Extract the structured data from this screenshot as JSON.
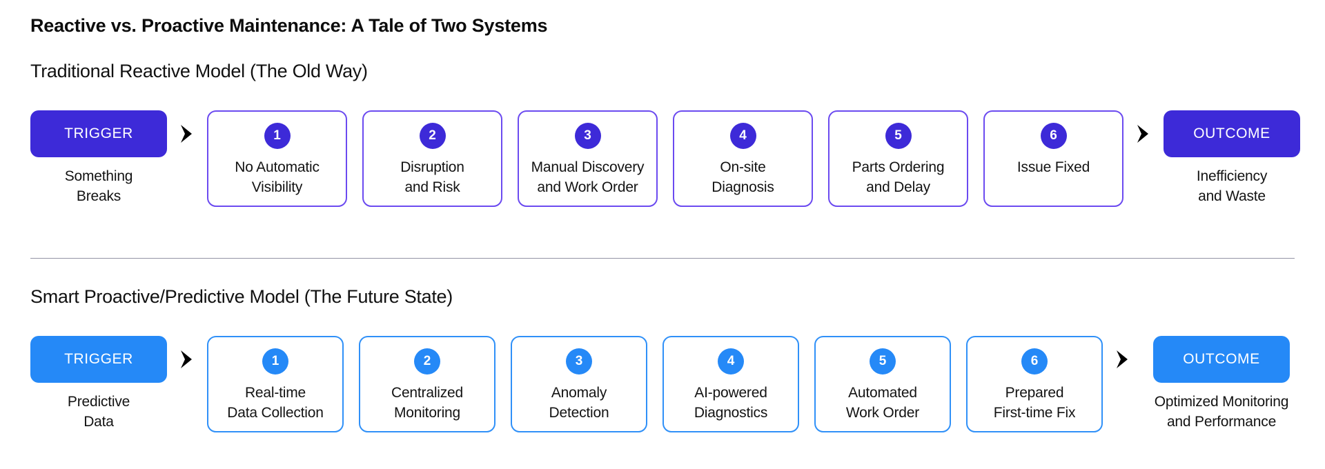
{
  "title": "Reactive vs. Proactive Maintenance: A Tale of Two Systems",
  "colors": {
    "reactive_accent": "#3d2ad8",
    "reactive_card_border": "#6b4af0",
    "proactive_accent": "#2589f7",
    "proactive_card_border": "#2f90f8",
    "divider": "#6f6f86",
    "text": "#131313",
    "background": "#ffffff"
  },
  "rows": [
    {
      "heading": "Traditional Reactive Model (The Old Way)",
      "trigger": {
        "badge_label": "TRIGGER",
        "caption": "Something\nBreaks"
      },
      "steps": [
        {
          "number": "1",
          "label": "No Automatic\nVisibility"
        },
        {
          "number": "2",
          "label": "Disruption\nand Risk"
        },
        {
          "number": "3",
          "label": "Manual Discovery\nand Work Order"
        },
        {
          "number": "4",
          "label": "On-site\nDiagnosis"
        },
        {
          "number": "5",
          "label": "Parts Ordering\nand Delay"
        },
        {
          "number": "6",
          "label": "Issue Fixed"
        }
      ],
      "outcome": {
        "badge_label": "OUTCOME",
        "caption": "Inefficiency\nand Waste"
      }
    },
    {
      "heading": "Smart Proactive/Predictive Model (The Future State)",
      "trigger": {
        "badge_label": "TRIGGER",
        "caption": "Predictive\nData"
      },
      "steps": [
        {
          "number": "1",
          "label": "Real-time\nData Collection"
        },
        {
          "number": "2",
          "label": "Centralized\nMonitoring"
        },
        {
          "number": "3",
          "label": "Anomaly\nDetection"
        },
        {
          "number": "4",
          "label": "AI-powered\nDiagnostics"
        },
        {
          "number": "5",
          "label": "Automated\nWork Order"
        },
        {
          "number": "6",
          "label": "Prepared\nFirst-time Fix"
        }
      ],
      "outcome": {
        "badge_label": "OUTCOME",
        "caption": "Optimized Monitoring\nand Performance"
      }
    }
  ],
  "icons": {
    "flow_arrow": "chevron-right-icon"
  }
}
